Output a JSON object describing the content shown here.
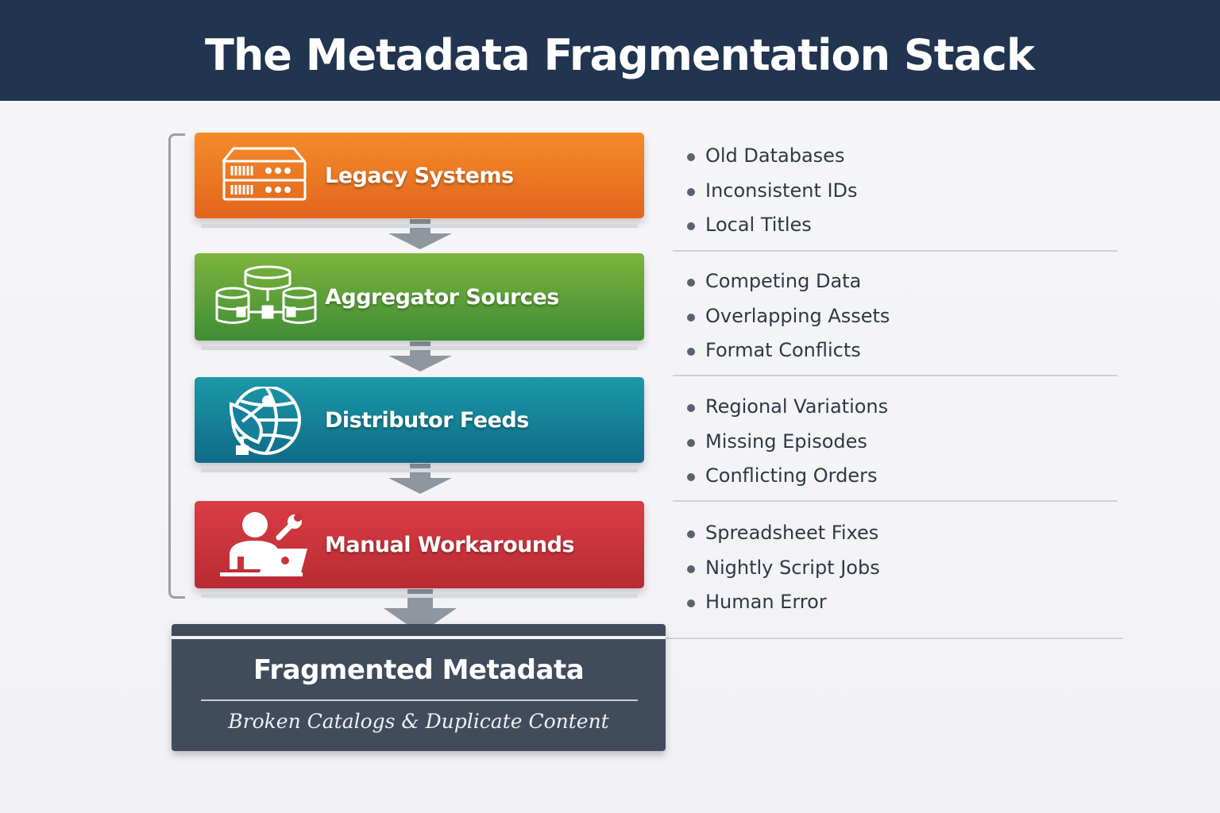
{
  "title": "The Metadata Fragmentation Stack",
  "colors": {
    "header": "#213550",
    "legacy": "#e97522",
    "aggregator": "#5ea238",
    "distributor": "#1483a0",
    "manual": "#c8323b",
    "result": "#404b5c",
    "arrow": "#8f969e"
  },
  "layers": [
    {
      "label": "Legacy Systems",
      "icon": "server-rack-icon",
      "details": [
        "Old Databases",
        "Inconsistent IDs",
        "Local Titles"
      ]
    },
    {
      "label": "Aggregator Sources",
      "icon": "connected-databases-icon",
      "details": [
        "Competing Data",
        "Overlapping Assets",
        "Format Conflicts"
      ]
    },
    {
      "label": "Distributor Feeds",
      "icon": "satellite-dish-globe-icon",
      "details": [
        "Regional Variations",
        "Missing Episodes",
        "Conflicting Orders"
      ]
    },
    {
      "label": "Manual Workarounds",
      "icon": "person-laptop-wrench-icon",
      "details": [
        "Spreadsheet Fixes",
        "Nightly Script Jobs",
        "Human Error"
      ]
    }
  ],
  "result": {
    "title": "Fragmented Metadata",
    "subtitle": "Broken Catalogs & Duplicate Content"
  }
}
